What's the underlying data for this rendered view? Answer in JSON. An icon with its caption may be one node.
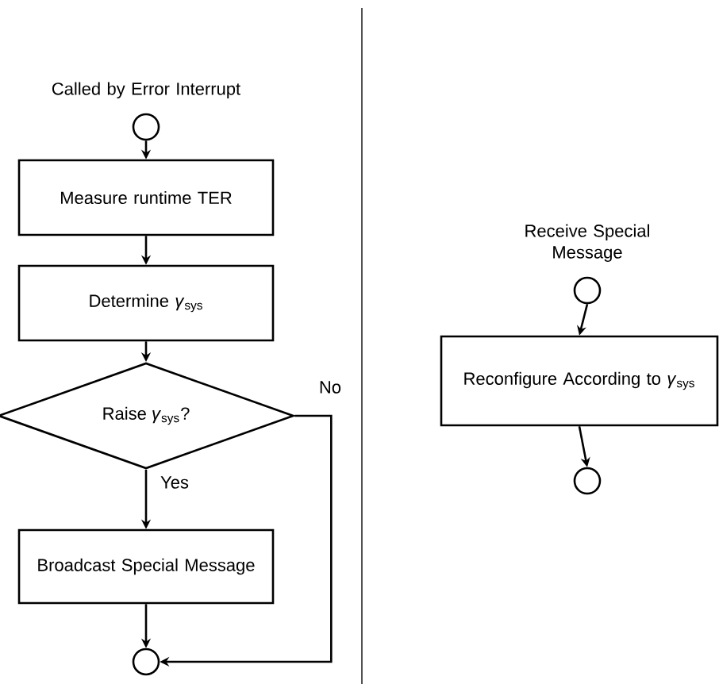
{
  "diagram": {
    "nodes": [
      {
        "text": [],
        "shape": "circle",
        "beside": [
          "Called by Error Interrupt"
        ]
      },
      {
        "text": [
          "Measure runtime TER"
        ]
      },
      {
        "text": [
          "Determine *γ*$_{sys}$"
        ]
      },
      {
        "text": [
          "Raise *γ*$_{sys}$?"
        ]
      },
      {
        "text": [
          "Broadcast Special Message"
        ]
      },
      {
        "text": [],
        "shape": "circle"
      },
      {
        "text": [],
        "shape": "circle",
        "beside": [
          "Receive Special Message"
        ]
      },
      {
        "text": [
          "Reconfigure According to *γ*$_{sys}$"
        ]
      },
      {
        "text": [],
        "shape": "circle"
      }
    ],
    "edges": [
      {
        "from": 0,
        "to": 1,
        "arrow": "to"
      },
      {
        "from": 1,
        "to": 2,
        "arrow": "to"
      },
      {
        "from": 2,
        "to": 3,
        "arrow": "to"
      },
      {
        "from": 3,
        "to": 4,
        "arrow": "to",
        "label": "Yes"
      },
      {
        "from": 3,
        "to": 5,
        "arrow": "to",
        "label": "No"
      },
      {
        "from": 4,
        "to": 5,
        "arrow": "to"
      },
      {
        "from": 6,
        "to": 7,
        "arrow": "to"
      },
      {
        "from": 7,
        "to": 8,
        "arrow": "to"
      }
    ]
  }
}
